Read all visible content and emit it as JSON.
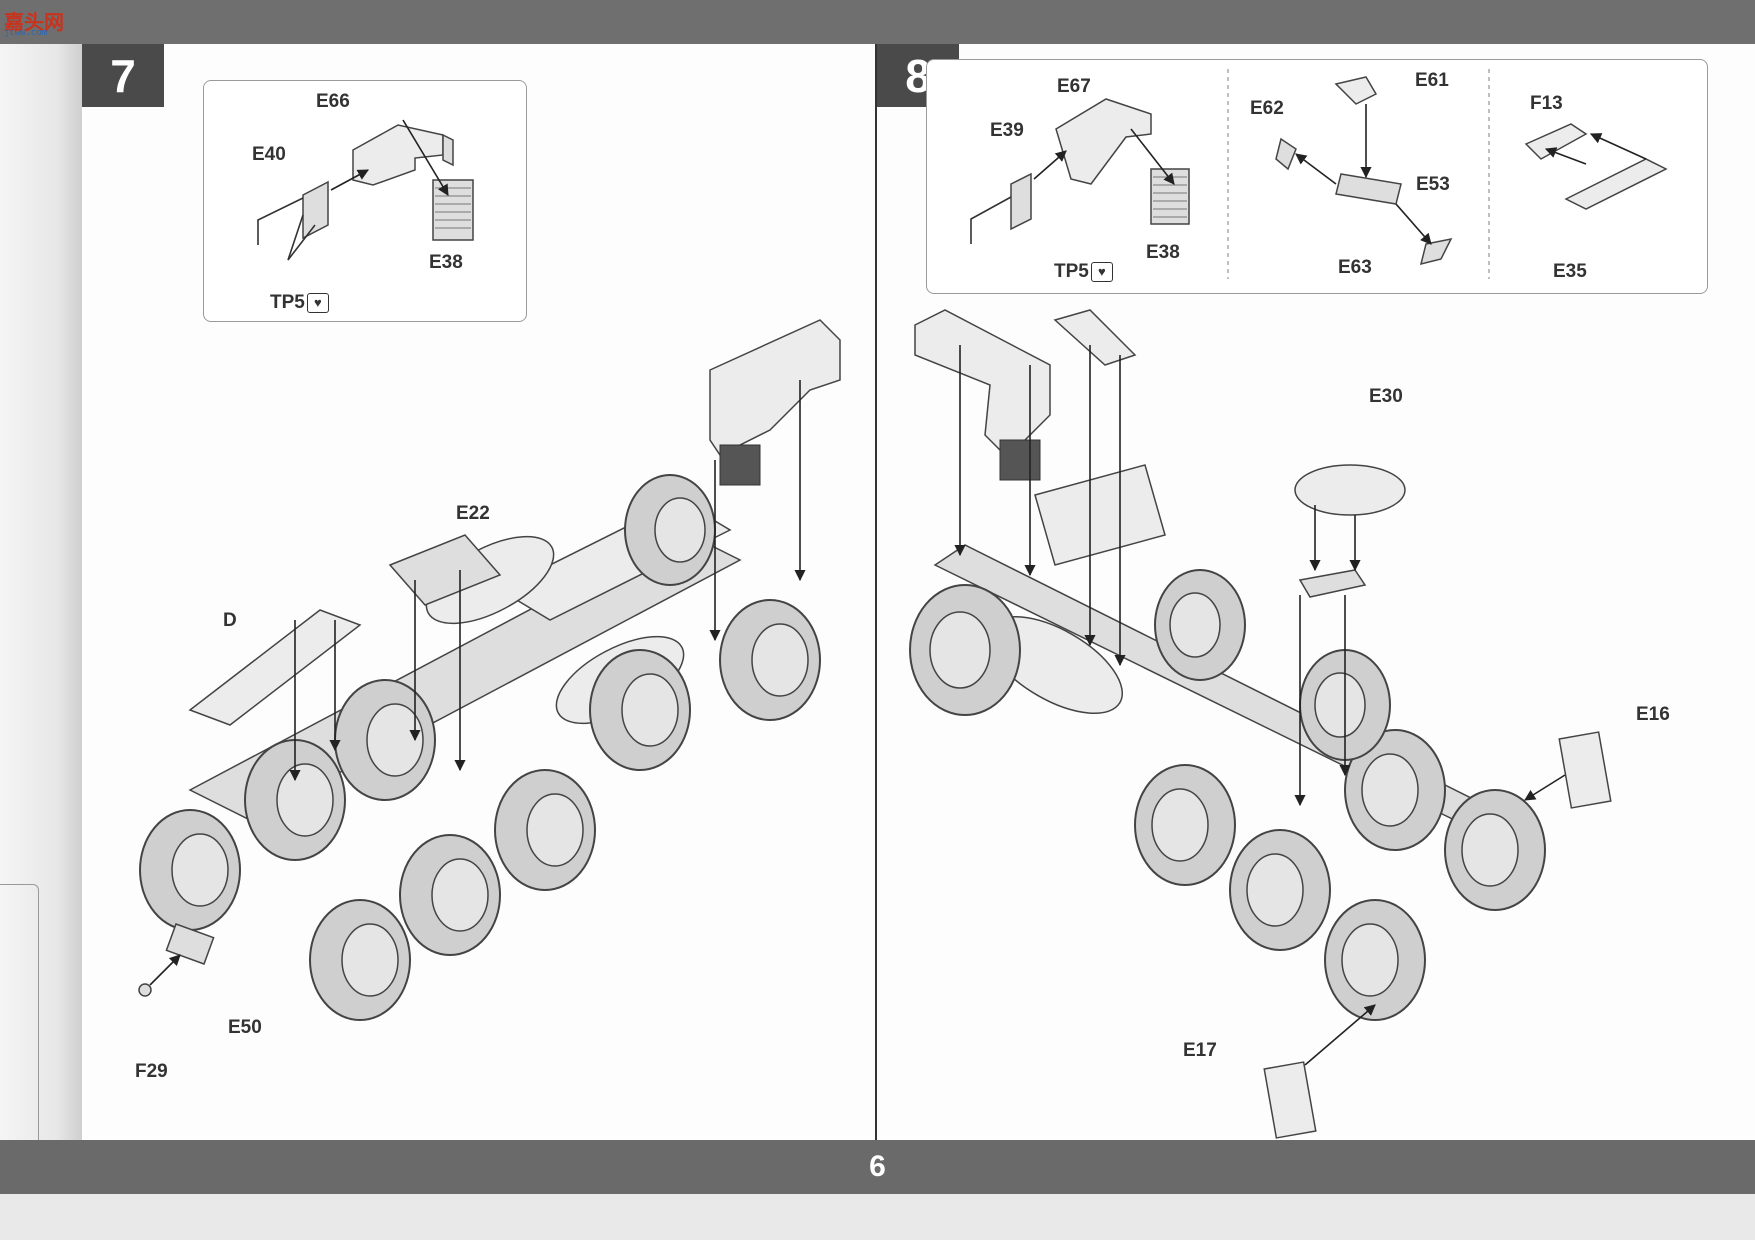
{
  "watermark": {
    "logo": "嘉头网",
    "sub": "jtww.com"
  },
  "steps": [
    {
      "number": "7",
      "detail_labels": [
        "E66",
        "E40",
        "E38",
        "TP5"
      ],
      "main_labels": [
        "E22",
        "D",
        "E50",
        "F29"
      ]
    },
    {
      "number": "8",
      "detail_labels": [
        "E67",
        "E39",
        "E38",
        "TP5",
        "E62",
        "E61",
        "E53",
        "E63",
        "F13",
        "E35"
      ],
      "main_labels": [
        "E30",
        "E16",
        "E17"
      ]
    }
  ],
  "page_number": "6",
  "icons": {
    "glue": "glue-heart-icon"
  }
}
